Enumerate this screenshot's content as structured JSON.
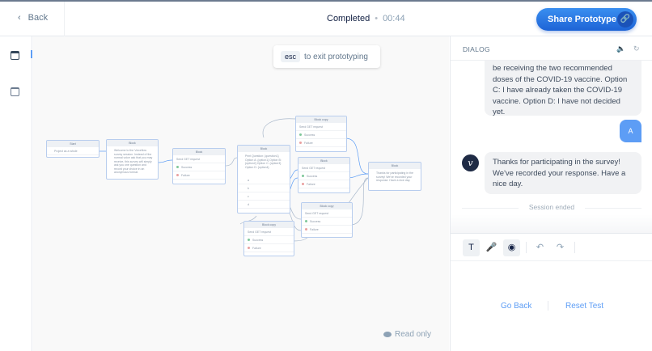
{
  "header": {
    "back_label": "Back",
    "status": "Completed",
    "separator": "•",
    "timer": "00:44",
    "share_label": "Share Prototype",
    "share_icon": "link-icon"
  },
  "rail": {
    "items": [
      {
        "icon": "canvas-icon",
        "active": true
      },
      {
        "icon": "calendar-icon",
        "active": false
      }
    ]
  },
  "canvas": {
    "esc_key": "esc",
    "esc_text": "to exit prototyping",
    "readonly": "Read only",
    "blocks": {
      "start": {
        "title": "Start",
        "row": "Project as a whole"
      },
      "welcome": {
        "title": "Block",
        "text": "Welcome to the Voiceflow survey session. Instead of the normal voice ask that you may receive, this survey will simply ask you one question and record your choice in an anonymous format."
      },
      "get1": {
        "title": "Block",
        "req": "Send GET request",
        "ok": "Success",
        "fail": "Failure"
      },
      "question": {
        "title": "Block",
        "text": "Print Question: {question1} Option A: {option1} Option B: {option2} Option C: {option3} Option D: {option4}",
        "choices": [
          "a",
          "b",
          "c",
          "d"
        ]
      },
      "copy_top": {
        "title": "Block copy",
        "req": "Send GET request",
        "ok": "Success",
        "fail": "Failure"
      },
      "get_mid": {
        "title": "Block",
        "req": "Send GET request",
        "ok": "Success",
        "fail": "Failure"
      },
      "copy_mid": {
        "title": "Block copy",
        "req": "Send GET request",
        "ok": "Success",
        "fail": "Failure"
      },
      "copy_bottom": {
        "title": "Block copy",
        "req": "Send GET request",
        "ok": "Success",
        "fail": "Failure"
      },
      "final": {
        "title": "Block",
        "text": "Thanks for participating in the survey! We've recorded your response. Have a nice day."
      }
    }
  },
  "dialog": {
    "title": "DIALOG",
    "icons": [
      "speaker-icon",
      "refresh-icon"
    ],
    "messages": [
      {
        "from": "bot",
        "text": "be receiving the two recommended doses of the COVID-19 vaccine. Option C: I have already taken the COVID-19 vaccine. Option D: I have not decided yet."
      },
      {
        "from": "user",
        "text": "A"
      },
      {
        "from": "bot",
        "avatar": "v",
        "text": "Thanks for participating in the survey! We've recorded your response. Have a nice day."
      }
    ],
    "session_ended": "Session ended",
    "toolbar": {
      "text_mode": "T"
    },
    "go_back": "Go Back",
    "reset": "Reset Test"
  }
}
